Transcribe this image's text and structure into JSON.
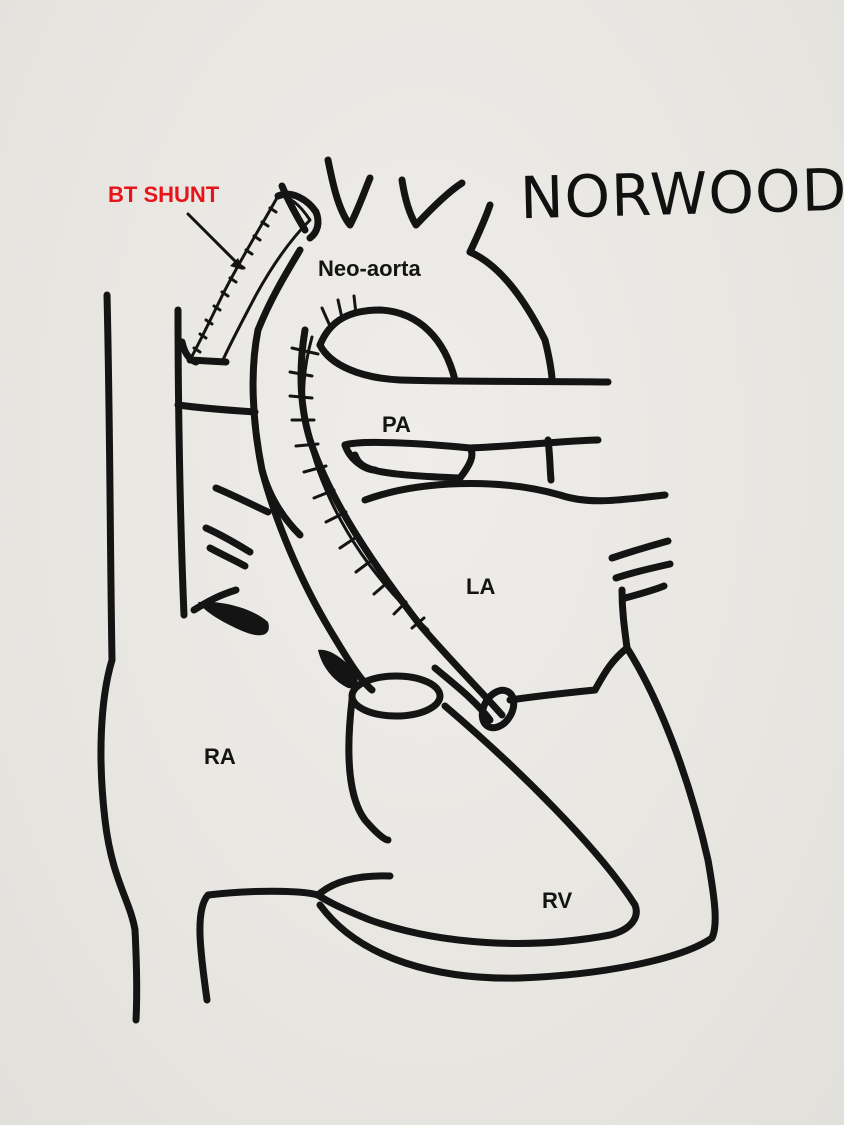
{
  "title": "NORWOOD",
  "labels": {
    "bt_shunt": "BT SHUNT",
    "neo_aorta": "Neo-aorta",
    "pa": "PA",
    "la": "LA",
    "ra": "RA",
    "rv": "RV"
  },
  "colors": {
    "bt_shunt_label": "#e8141b",
    "ink": "#141414",
    "paper": "#ebe9e4"
  }
}
